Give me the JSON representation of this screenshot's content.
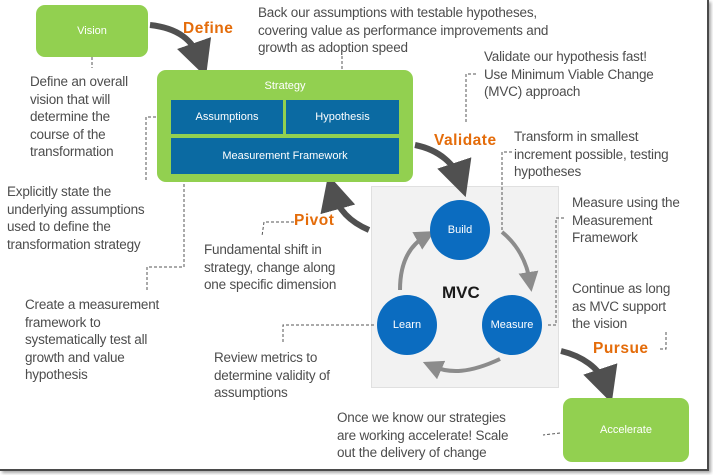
{
  "colors": {
    "green": "#92d050",
    "blue_cell": "#0b6aa2",
    "blue_circle": "#0b6cc0",
    "orange_label": "#e46c0a",
    "note_text": "#4d4d4d",
    "arrow": "#505050",
    "mvc_panel": "#f2f2f2"
  },
  "boxes": {
    "vision": "Vision",
    "accelerate": "Accelerate",
    "strategy": {
      "title": "Strategy",
      "assumptions": "Assumptions",
      "hypothesis": "Hypothesis",
      "measurement_framework": "Measurement Framework"
    }
  },
  "stages": {
    "define": "Define",
    "validate": "Validate",
    "pivot": "Pivot",
    "pursue": "Pursue"
  },
  "mvc": {
    "title": "MVC",
    "build": "Build",
    "measure": "Measure",
    "learn": "Learn"
  },
  "notes": {
    "vision": "Define an overall\nvision that will\ndetermine the\ncourse of the\ntransformation",
    "hypothesis": "Back our assumptions with testable hypotheses,\ncovering value as performance improvements and\ngrowth as adoption speed",
    "validate": "Validate our hypothesis fast!\nUse Minimum Viable Change\n(MVC) approach",
    "build": "Transform in smallest\nincrement possible, testing\nhypotheses",
    "assumptions": "Explicitly state the\nunderlying assumptions\nused to define the\ntransformation strategy",
    "pivot": "Fundamental shift in\nstrategy, change along\none specific dimension",
    "measure": "Measure using the\nMeasurement\nFramework",
    "pursue": "Continue as long\nas MVC support\nthe vision",
    "measurement_framework": "Create a measurement\nframework to\nsystematically test all\ngrowth and value\nhypothesis",
    "learn": "Review metrics to\ndetermine validity of\nassumptions",
    "accelerate": "Once we know our strategies\nare working accelerate! Scale\nout the delivery of change"
  }
}
